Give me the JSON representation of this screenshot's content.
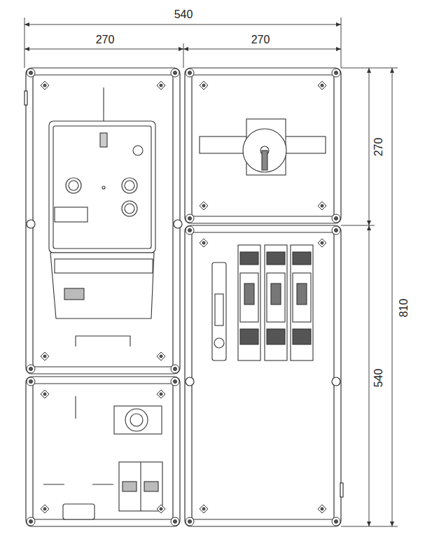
{
  "diagram": {
    "labels": [
      "540",
      "270",
      "270",
      "270",
      "810",
      "540"
    ]
  }
}
